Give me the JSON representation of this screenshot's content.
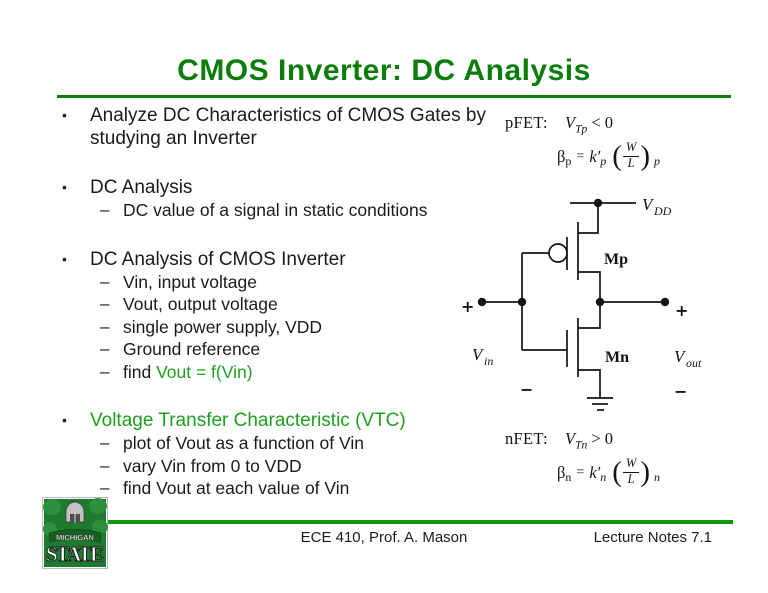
{
  "colors": {
    "title_green": "#0b7d0b",
    "highlight_green": "#1e9f1e",
    "line_green": "#11960f",
    "text": "#1b1b1b"
  },
  "title": "CMOS Inverter: DC Analysis",
  "marks": {
    "l1": "•",
    "l2": "–"
  },
  "bullets": {
    "b1": "Analyze DC Characteristics of CMOS Gates by studying an Inverter",
    "b2": "DC Analysis",
    "b2a": "DC value of a signal in static conditions",
    "b3": "DC Analysis of CMOS Inverter",
    "b3a": "Vin, input voltage",
    "b3b": "Vout, output voltage",
    "b3c": "single power supply, VDD",
    "b3d": "Ground reference",
    "b3e_prefix": "find ",
    "b3e_highlight": "Vout = f(Vin)",
    "b4": "Voltage Transfer Characteristic (VTC)",
    "b4a": "plot of Vout as a function of Vin",
    "b4b": "vary Vin from 0 to VDD",
    "b4c": "find Vout at each value of Vin"
  },
  "pfet": {
    "label": "pFET:",
    "v": "V",
    "v_sub": "Tp",
    "cmp": "< 0",
    "beta": "β",
    "beta_sub": "p",
    "eq": "=",
    "k": "k′",
    "k_sub": "p",
    "lparen": "(",
    "w": "W",
    "l": "L",
    "rparen": ")",
    "wl_sub": "p"
  },
  "nfet": {
    "label": "nFET:",
    "v": "V",
    "v_sub": "Tn",
    "cmp": "> 0",
    "beta": "β",
    "beta_sub": "n",
    "eq": "=",
    "k": "k′",
    "k_sub": "n",
    "lparen": "(",
    "w": "W",
    "l": "L",
    "rparen": ")",
    "wl_sub": "n"
  },
  "circuit": {
    "vdd": "V",
    "vdd_sub": "DD",
    "vin": "V",
    "vin_sub": "in",
    "vout": "V",
    "vout_sub": "out",
    "mp": "Mp",
    "mn": "Mn",
    "plus": "+",
    "minus": "−"
  },
  "logo": {
    "banner": "MICHIGAN",
    "name": "STATE"
  },
  "footer": {
    "course": "ECE 410, Prof. A. Mason",
    "notes": "Lecture Notes 7.1"
  }
}
